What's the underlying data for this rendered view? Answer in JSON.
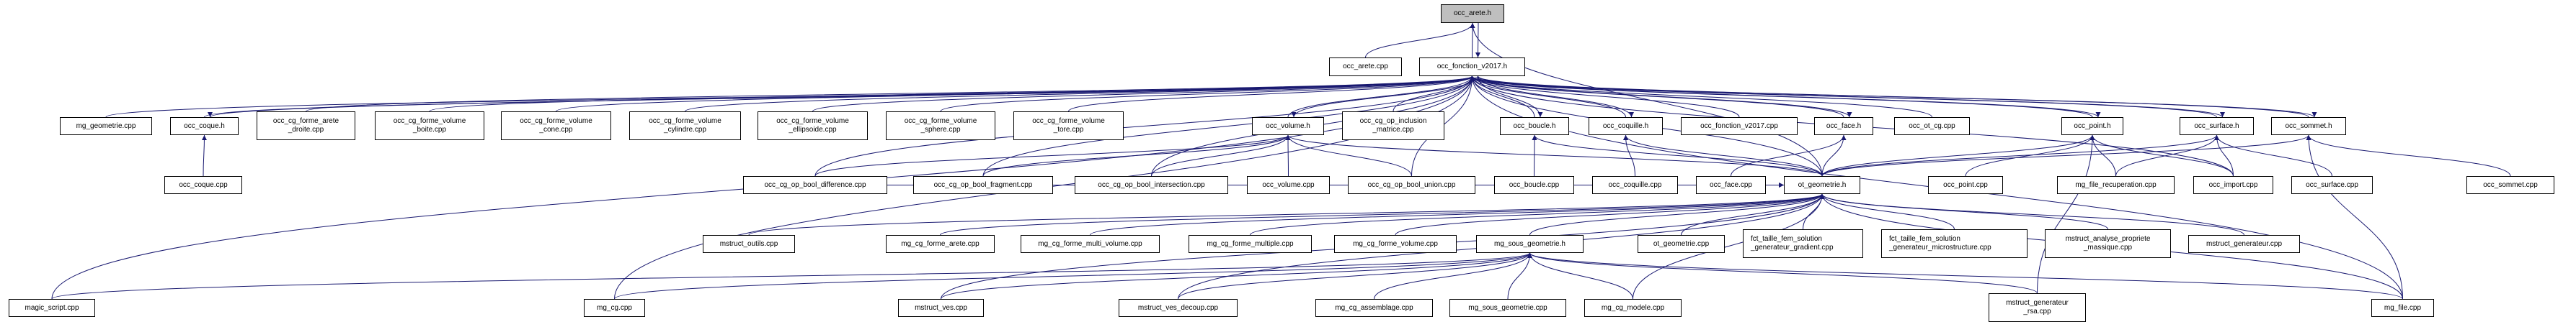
{
  "graph": {
    "type": "include-dependency-graph",
    "focus_node": "occ_arete_h",
    "colors": {
      "edge": "#191970",
      "focus_fill": "#bfbfbf",
      "node_fill": "#ffffff",
      "node_border": "#000000"
    },
    "nodes": {
      "occ_arete_h": "occ_arete.h",
      "occ_arete_cpp": "occ_arete.cpp",
      "occ_fonction_v2017_h": "occ_fonction_v2017.h",
      "mg_geometrie_cpp": "mg_geometrie.cpp",
      "occ_coque_h": "occ_coque.h",
      "occ_cg_forme_arete_droite_cpp": "occ_cg_forme_arete\n_droite.cpp",
      "occ_cg_forme_volume_boite_cpp": "occ_cg_forme_volume\n_boite.cpp",
      "occ_cg_forme_volume_cone_cpp": "occ_cg_forme_volume\n_cone.cpp",
      "occ_cg_forme_volume_cylindre_cpp": "occ_cg_forme_volume\n_cylindre.cpp",
      "occ_cg_forme_volume_ellipsoide_cpp": "occ_cg_forme_volume\n_ellipsoide.cpp",
      "occ_cg_forme_volume_sphere_cpp": "occ_cg_forme_volume\n_sphere.cpp",
      "occ_cg_forme_volume_tore_cpp": "occ_cg_forme_volume\n_tore.cpp",
      "occ_volume_h": "occ_volume.h",
      "occ_cg_op_inclusion_matrice_cpp": "occ_cg_op_inclusion\n_matrice.cpp",
      "occ_boucle_h": "occ_boucle.h",
      "occ_coquille_h": "occ_coquille.h",
      "occ_fonction_v2017_cpp": "occ_fonction_v2017.cpp",
      "occ_face_h": "occ_face.h",
      "occ_ot_cg_cpp": "occ_ot_cg.cpp",
      "occ_point_h": "occ_point.h",
      "occ_surface_h": "occ_surface.h",
      "occ_sommet_h": "occ_sommet.h",
      "occ_coque_cpp": "occ_coque.cpp",
      "occ_cg_op_bool_difference_cpp": "occ_cg_op_bool_difference.cpp",
      "occ_cg_op_bool_fragment_cpp": "occ_cg_op_bool_fragment.cpp",
      "occ_cg_op_bool_intersection_cpp": "occ_cg_op_bool_intersection.cpp",
      "occ_volume_cpp": "occ_volume.cpp",
      "occ_cg_op_bool_union_cpp": "occ_cg_op_bool_union.cpp",
      "occ_boucle_cpp": "occ_boucle.cpp",
      "occ_coquille_cpp": "occ_coquille.cpp",
      "occ_face_cpp": "occ_face.cpp",
      "ot_geometrie_h": "ot_geometrie.h",
      "occ_point_cpp": "occ_point.cpp",
      "mg_file_recuperation_cpp": "mg_file_recuperation.cpp",
      "occ_import_cpp": "occ_import.cpp",
      "occ_surface_cpp": "occ_surface.cpp",
      "occ_sommet_cpp": "occ_sommet.cpp",
      "mstruct_outils_cpp": "mstruct_outils.cpp",
      "mg_cg_forme_arete_cpp": "mg_cg_forme_arete.cpp",
      "mg_cg_forme_multi_volume_cpp": "mg_cg_forme_multi_volume.cpp",
      "mg_cg_forme_multiple_cpp": "mg_cg_forme_multiple.cpp",
      "mg_cg_forme_volume_cpp": "mg_cg_forme_volume.cpp",
      "mg_sous_geometrie_h": "mg_sous_geometrie.h",
      "ot_geometrie_cpp": "ot_geometrie.cpp",
      "fct_taille_fem_solution_generateur_gradient_cpp": "fct_taille_fem_solution\n_generateur_gradient.cpp",
      "fct_taille_fem_solution_generateur_microstructure_cpp": "fct_taille_fem_solution\n_generateur_microstructure.cpp",
      "mstruct_analyse_propriete_massique_cpp": "mstruct_analyse_propriete\n_massique.cpp",
      "mstruct_generateur_cpp": "mstruct_generateur.cpp",
      "magic_script_cpp": "magic_script.cpp",
      "mg_cg_cpp": "mg_cg.cpp",
      "mstruct_ves_cpp": "mstruct_ves.cpp",
      "mstruct_ves_decoup_cpp": "mstruct_ves_decoup.cpp",
      "mg_cg_assemblage_cpp": "mg_cg_assemblage.cpp",
      "mg_sous_geometrie_cpp": "mg_sous_geometrie.cpp",
      "mg_cg_modele_cpp": "mg_cg_modele.cpp",
      "mstruct_generateur_rsa_cpp": "mstruct_generateur\n_rsa.cpp",
      "mg_file_cpp": "mg_file.cpp"
    },
    "edges": [
      [
        "occ_arete_cpp",
        "occ_arete_h"
      ],
      [
        "occ_fonction_v2017_h",
        "occ_arete_h"
      ],
      [
        "occ_arete_h",
        "occ_fonction_v2017_h"
      ],
      [
        "ot_geometrie_h",
        "occ_arete_h"
      ],
      [
        "mg_geometrie_cpp",
        "occ_fonction_v2017_h"
      ],
      [
        "occ_coque_h",
        "occ_fonction_v2017_h"
      ],
      [
        "occ_fonction_v2017_h",
        "occ_coque_h"
      ],
      [
        "occ_cg_forme_arete_droite_cpp",
        "occ_fonction_v2017_h"
      ],
      [
        "occ_cg_forme_volume_boite_cpp",
        "occ_fonction_v2017_h"
      ],
      [
        "occ_cg_forme_volume_cone_cpp",
        "occ_fonction_v2017_h"
      ],
      [
        "occ_cg_forme_volume_cylindre_cpp",
        "occ_fonction_v2017_h"
      ],
      [
        "occ_cg_forme_volume_ellipsoide_cpp",
        "occ_fonction_v2017_h"
      ],
      [
        "occ_cg_forme_volume_sphere_cpp",
        "occ_fonction_v2017_h"
      ],
      [
        "occ_cg_forme_volume_tore_cpp",
        "occ_fonction_v2017_h"
      ],
      [
        "occ_volume_h",
        "occ_fonction_v2017_h"
      ],
      [
        "occ_fonction_v2017_h",
        "occ_volume_h"
      ],
      [
        "occ_cg_op_inclusion_matrice_cpp",
        "occ_fonction_v2017_h"
      ],
      [
        "occ_boucle_h",
        "occ_fonction_v2017_h"
      ],
      [
        "occ_fonction_v2017_h",
        "occ_boucle_h"
      ],
      [
        "occ_coquille_h",
        "occ_fonction_v2017_h"
      ],
      [
        "occ_fonction_v2017_h",
        "occ_coquille_h"
      ],
      [
        "occ_fonction_v2017_cpp",
        "occ_fonction_v2017_h"
      ],
      [
        "occ_face_h",
        "occ_fonction_v2017_h"
      ],
      [
        "occ_fonction_v2017_h",
        "occ_face_h"
      ],
      [
        "occ_ot_cg_cpp",
        "occ_fonction_v2017_h"
      ],
      [
        "occ_point_h",
        "occ_fonction_v2017_h"
      ],
      [
        "occ_fonction_v2017_h",
        "occ_point_h"
      ],
      [
        "occ_surface_h",
        "occ_fonction_v2017_h"
      ],
      [
        "occ_fonction_v2017_h",
        "occ_surface_h"
      ],
      [
        "occ_sommet_h",
        "occ_fonction_v2017_h"
      ],
      [
        "occ_fonction_v2017_h",
        "occ_sommet_h"
      ],
      [
        "magic_script_cpp",
        "occ_fonction_v2017_h"
      ],
      [
        "mg_cg_cpp",
        "occ_fonction_v2017_h"
      ],
      [
        "occ_cg_op_bool_difference_cpp",
        "occ_fonction_v2017_h"
      ],
      [
        "occ_cg_op_bool_fragment_cpp",
        "occ_fonction_v2017_h"
      ],
      [
        "occ_cg_op_bool_intersection_cpp",
        "occ_fonction_v2017_h"
      ],
      [
        "occ_cg_op_bool_union_cpp",
        "occ_fonction_v2017_h"
      ],
      [
        "occ_import_cpp",
        "occ_fonction_v2017_h"
      ],
      [
        "mg_file_cpp",
        "occ_fonction_v2017_h"
      ],
      [
        "ot_geometrie_h",
        "occ_fonction_v2017_h"
      ],
      [
        "occ_coque_cpp",
        "occ_coque_h"
      ],
      [
        "occ_cg_op_bool_difference_cpp",
        "occ_volume_h"
      ],
      [
        "occ_cg_op_bool_fragment_cpp",
        "occ_volume_h"
      ],
      [
        "occ_cg_op_bool_intersection_cpp",
        "occ_volume_h"
      ],
      [
        "occ_volume_cpp",
        "occ_volume_h"
      ],
      [
        "occ_cg_op_bool_union_cpp",
        "occ_volume_h"
      ],
      [
        "ot_geometrie_h",
        "occ_volume_h"
      ],
      [
        "occ_boucle_cpp",
        "occ_boucle_h"
      ],
      [
        "ot_geometrie_h",
        "occ_boucle_h"
      ],
      [
        "occ_coquille_cpp",
        "occ_coquille_h"
      ],
      [
        "ot_geometrie_h",
        "occ_coquille_h"
      ],
      [
        "occ_face_cpp",
        "occ_face_h"
      ],
      [
        "ot_geometrie_h",
        "occ_face_h"
      ],
      [
        "occ_point_cpp",
        "occ_point_h"
      ],
      [
        "ot_geometrie_h",
        "occ_point_h"
      ],
      [
        "mg_file_recuperation_cpp",
        "occ_point_h"
      ],
      [
        "occ_import_cpp",
        "occ_point_h"
      ],
      [
        "mstruct_generateur_rsa_cpp",
        "occ_point_h"
      ],
      [
        "ot_geometrie_h",
        "occ_surface_h"
      ],
      [
        "mg_file_recuperation_cpp",
        "occ_surface_h"
      ],
      [
        "occ_import_cpp",
        "occ_surface_h"
      ],
      [
        "occ_surface_cpp",
        "occ_surface_h"
      ],
      [
        "ot_geometrie_h",
        "occ_sommet_h"
      ],
      [
        "occ_sommet_cpp",
        "occ_sommet_h"
      ],
      [
        "mg_file_cpp",
        "occ_sommet_h"
      ],
      [
        "occ_cg_op_bool_difference_cpp",
        "ot_geometrie_h"
      ],
      [
        "occ_cg_op_bool_fragment_cpp",
        "ot_geometrie_h"
      ],
      [
        "mstruct_outils_cpp",
        "ot_geometrie_h"
      ],
      [
        "mg_cg_forme_arete_cpp",
        "ot_geometrie_h"
      ],
      [
        "mg_cg_forme_multi_volume_cpp",
        "ot_geometrie_h"
      ],
      [
        "mg_cg_forme_multiple_cpp",
        "ot_geometrie_h"
      ],
      [
        "mg_cg_forme_volume_cpp",
        "ot_geometrie_h"
      ],
      [
        "mg_sous_geometrie_h",
        "ot_geometrie_h"
      ],
      [
        "ot_geometrie_cpp",
        "ot_geometrie_h"
      ],
      [
        "fct_taille_fem_solution_generateur_gradient_cpp",
        "ot_geometrie_h"
      ],
      [
        "fct_taille_fem_solution_generateur_microstructure_cpp",
        "ot_geometrie_h"
      ],
      [
        "mstruct_analyse_propriete_massique_cpp",
        "ot_geometrie_h"
      ],
      [
        "mstruct_generateur_cpp",
        "ot_geometrie_h"
      ],
      [
        "mstruct_ves_cpp",
        "ot_geometrie_h"
      ],
      [
        "mstruct_ves_decoup_cpp",
        "ot_geometrie_h"
      ],
      [
        "mg_cg_modele_cpp",
        "ot_geometrie_h"
      ],
      [
        "mg_file_cpp",
        "ot_geometrie_h"
      ],
      [
        "magic_script_cpp",
        "mg_sous_geometrie_h"
      ],
      [
        "mg_cg_cpp",
        "mg_sous_geometrie_h"
      ],
      [
        "mstruct_ves_cpp",
        "mg_sous_geometrie_h"
      ],
      [
        "mstruct_ves_decoup_cpp",
        "mg_sous_geometrie_h"
      ],
      [
        "mg_cg_assemblage_cpp",
        "mg_sous_geometrie_h"
      ],
      [
        "mg_sous_geometrie_cpp",
        "mg_sous_geometrie_h"
      ],
      [
        "mg_cg_modele_cpp",
        "mg_sous_geometrie_h"
      ],
      [
        "mstruct_generateur_rsa_cpp",
        "mg_sous_geometrie_h"
      ],
      [
        "mg_file_cpp",
        "mg_sous_geometrie_h"
      ]
    ]
  }
}
